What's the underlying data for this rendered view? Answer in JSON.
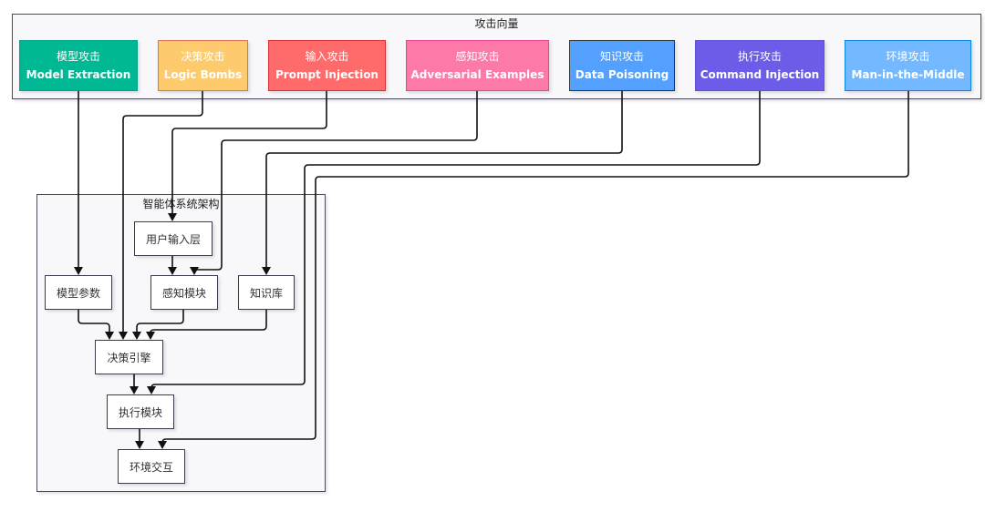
{
  "attack_vectors": {
    "title": "攻击向量",
    "items": [
      {
        "id": "model",
        "zh": "模型攻击",
        "en": "Model Extraction",
        "fill": "#00b894",
        "border": "#00a383"
      },
      {
        "id": "decision",
        "zh": "决策攻击",
        "en": "Logic Bombs",
        "fill": "#fdcb6e",
        "border": "#e17055"
      },
      {
        "id": "input",
        "zh": "输入攻击",
        "en": "Prompt Injection",
        "fill": "#ff6b6b",
        "border": "#d63031"
      },
      {
        "id": "perception",
        "zh": "感知攻击",
        "en": "Adversarial Examples",
        "fill": "#fd79a8",
        "border": "#e84393"
      },
      {
        "id": "knowledge",
        "zh": "知识攻击",
        "en": "Data Poisoning",
        "fill": "#54a0ff",
        "border": "#2d3436"
      },
      {
        "id": "execution",
        "zh": "执行攻击",
        "en": "Command Injection",
        "fill": "#6c5ce7",
        "border": "#5f50d6"
      },
      {
        "id": "environment",
        "zh": "环境攻击",
        "en": "Man-in-the-Middle",
        "fill": "#74b9ff",
        "border": "#0984e3"
      }
    ]
  },
  "architecture": {
    "title": "智能体系统架构",
    "nodes": {
      "user_input": "用户输入层",
      "model_params": "模型参数",
      "perception": "感知模块",
      "knowledge": "知识库",
      "decision": "决策引擎",
      "execution": "执行模块",
      "environment": "环境交互"
    }
  },
  "edges": [
    {
      "from": "模型攻击",
      "to": "模型参数"
    },
    {
      "from": "决策攻击",
      "to": "决策引擎"
    },
    {
      "from": "输入攻击",
      "to": "用户输入层"
    },
    {
      "from": "感知攻击",
      "to": "感知模块"
    },
    {
      "from": "知识攻击",
      "to": "知识库"
    },
    {
      "from": "执行攻击",
      "to": "执行模块"
    },
    {
      "from": "环境攻击",
      "to": "环境交互"
    },
    {
      "from": "用户输入层",
      "to": "感知模块"
    },
    {
      "from": "模型参数",
      "to": "决策引擎"
    },
    {
      "from": "感知模块",
      "to": "决策引擎"
    },
    {
      "from": "知识库",
      "to": "决策引擎"
    },
    {
      "from": "决策引擎",
      "to": "执行模块"
    },
    {
      "from": "执行模块",
      "to": "环境交互"
    }
  ]
}
